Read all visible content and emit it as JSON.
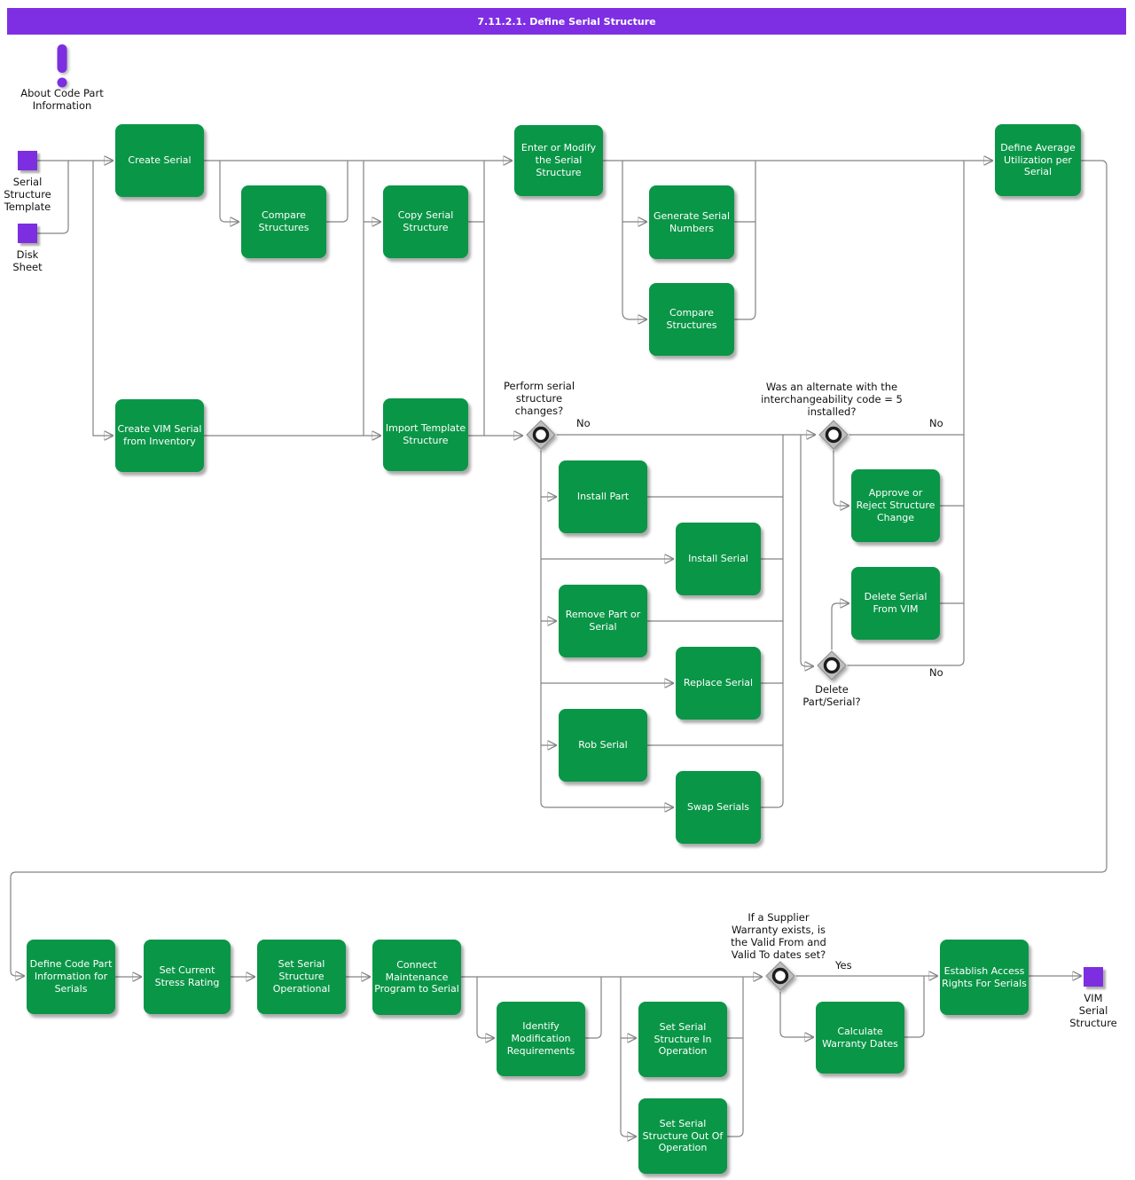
{
  "header": {
    "title": "7.11.2.1. Define Serial Structure"
  },
  "about": {
    "label": "About Code Part\nInformation"
  },
  "artifacts": {
    "serial_structure_template": "Serial\nStructure\nTemplate",
    "disk_sheet": "Disk\nSheet",
    "vim_serial_structure": "VIM\nSerial\nStructure"
  },
  "nodes": {
    "create_serial": "Create Serial",
    "compare_structures_1": "Compare Structures",
    "copy_serial_structure": "Copy Serial Structure",
    "enter_or_modify": "Enter or Modify the Serial Structure",
    "generate_serial_numbers": "Generate Serial Numbers",
    "compare_structures_2": "Compare Structures",
    "create_vim_serial": "Create VIM Serial from Inventory",
    "import_template": "Import Template Structure",
    "define_avg_utilization": "Define Average Utilization per Serial",
    "install_part": "Install Part",
    "install_serial": "Install Serial",
    "remove_part_or_serial": "Remove Part or Serial",
    "replace_serial": "Replace Serial",
    "rob_serial": "Rob Serial",
    "swap_serials": "Swap Serials",
    "approve_or_reject": "Approve or Reject Structure Change",
    "delete_serial_from_vim": "Delete Serial From VIM",
    "define_code_part": "Define Code Part Information for Serials",
    "set_current_stress": "Set Current Stress Rating",
    "set_serial_operational": "Set Serial Structure Operational",
    "connect_maintenance": "Connect Maintenance Program to Serial",
    "identify_modification": "Identify Modification Requirements",
    "set_serial_in_operation": "Set Serial Structure In Operation",
    "set_serial_out_operation": "Set Serial Structure Out Of Operation",
    "calculate_warranty_dates": "Calculate Warranty Dates",
    "establish_access_rights": "Establish Access Rights For Serials"
  },
  "decisions": {
    "perform_changes": {
      "question": "Perform serial\nstructure\nchanges?",
      "no_label": "No"
    },
    "alternate_installed": {
      "question": "Was an alternate with the\ninterchangeability code = 5\ninstalled?",
      "no_label": "No"
    },
    "delete_part_serial": {
      "question": "Delete\nPart/Serial?",
      "no_label": "No"
    },
    "supplier_warranty": {
      "question": "If a Supplier\nWarranty exists, is\nthe Valid From and\nValid To dates set?",
      "yes_label": "Yes"
    }
  },
  "colors": {
    "header_bg": "#7E2FE3",
    "activity_green": "#0A9647",
    "artifact_purple": "#7C2EE0",
    "connector_gray": "#838383"
  }
}
